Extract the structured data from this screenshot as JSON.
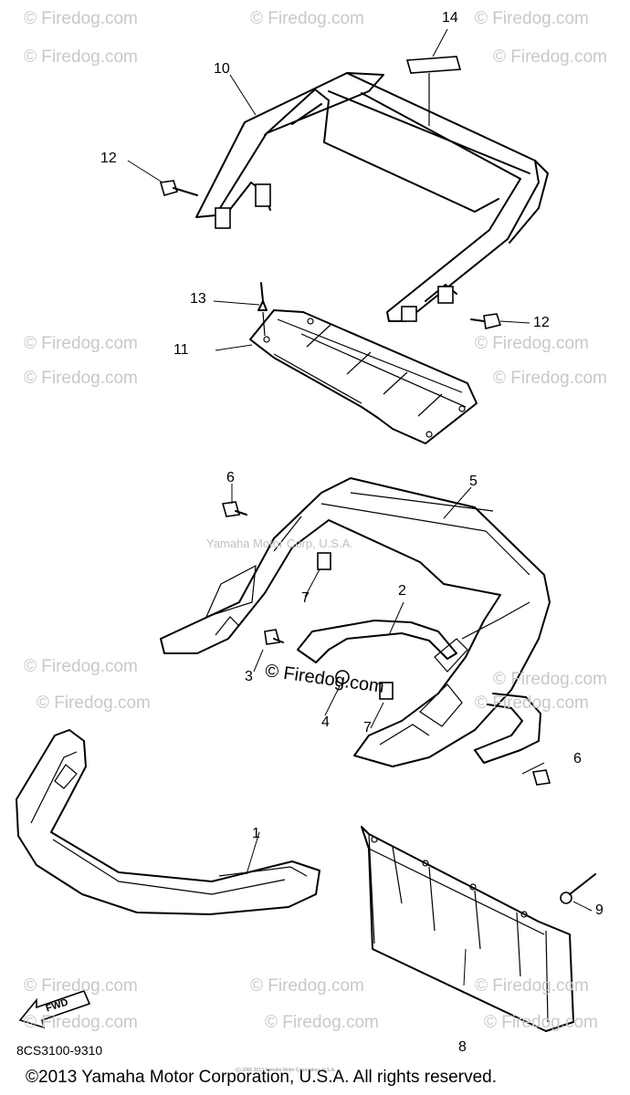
{
  "watermarks": {
    "site": "© Firedog.com",
    "center": "Yamaha Motor Corp, U.S.A.",
    "embedded": "© Firedog.com"
  },
  "callouts": [
    "1",
    "2",
    "3",
    "4",
    "5",
    "6",
    "6",
    "7",
    "7",
    "8",
    "9",
    "10",
    "11",
    "12",
    "12",
    "13",
    "14"
  ],
  "fwd_label": "FWD",
  "part_code": "8CS3100-9310",
  "copyright": "©2013 Yamaha Motor Corporation, U.S.A. All rights reserved.",
  "fine_print": "(c) 2000 2013 Yamaha Motor Corporation, U.S.A."
}
